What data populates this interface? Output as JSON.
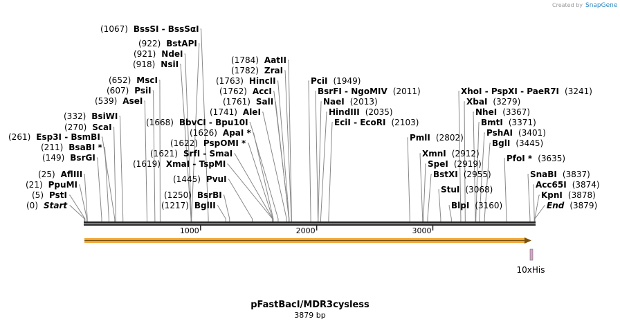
{
  "credit": {
    "prefix": "Created by",
    "brand": "SnapGene"
  },
  "plasmid": {
    "name": "pFastBacI/MDR3cysless",
    "length_label": "3879 bp",
    "length": 3879
  },
  "ticks": [
    "1000",
    "2000",
    "3000"
  ],
  "features": [
    {
      "label": "10xHis"
    }
  ],
  "sites": [
    {
      "pos": "(1067)",
      "name": "BssSI",
      "name2": "BssSαI",
      "bp": 1067
    },
    {
      "pos": "(922)",
      "name": "BstAPI",
      "bp": 922
    },
    {
      "pos": "(921)",
      "name": "NdeI",
      "bp": 921
    },
    {
      "pos": "(918)",
      "name": "NsiI",
      "bp": 918
    },
    {
      "pos": "(652)",
      "name": "MscI",
      "bp": 652
    },
    {
      "pos": "(607)",
      "name": "PsiI",
      "bp": 607
    },
    {
      "pos": "(539)",
      "name": "AseI",
      "bp": 539
    },
    {
      "pos": "(332)",
      "name": "BsiWI",
      "bp": 332
    },
    {
      "pos": "(270)",
      "name": "ScaI",
      "bp": 270
    },
    {
      "pos": "(261)",
      "name": "Esp3I",
      "name2": "BsmBI",
      "bp": 261
    },
    {
      "pos": "(211)",
      "name": "BsaBI *",
      "bp": 211
    },
    {
      "pos": "(149)",
      "name": "BsrGI",
      "bp": 149
    },
    {
      "pos": "(25)",
      "name": "AflIII",
      "bp": 25
    },
    {
      "pos": "(21)",
      "name": "PpuMI",
      "bp": 21
    },
    {
      "pos": "(5)",
      "name": "PstI",
      "bp": 5
    },
    {
      "pos": "(0)",
      "name": "Start",
      "bp": 0
    },
    {
      "pos": "(1668)",
      "name": "BbvCI",
      "name2": "Bpu10I",
      "bp": 1668
    },
    {
      "pos": "(1626)",
      "name": "ApaI *",
      "bp": 1626
    },
    {
      "pos": "(1622)",
      "name": "PspOMI *",
      "bp": 1622
    },
    {
      "pos": "(1621)",
      "name": "SrfI",
      "name2": "SmaI",
      "bp": 1621
    },
    {
      "pos": "(1619)",
      "name": "XmaI",
      "name2": "TspMI",
      "bp": 1619
    },
    {
      "pos": "(1445)",
      "name": "PvuI",
      "bp": 1445
    },
    {
      "pos": "(1250)",
      "name": "BsrBI",
      "bp": 1250
    },
    {
      "pos": "(1217)",
      "name": "BglII",
      "bp": 1217
    },
    {
      "pos": "(1784)",
      "name": "AatII",
      "bp": 1784
    },
    {
      "pos": "(1782)",
      "name": "ZraI",
      "bp": 1782
    },
    {
      "pos": "(1763)",
      "name": "HincII",
      "bp": 1763
    },
    {
      "pos": "(1762)",
      "name": "AccI",
      "bp": 1762
    },
    {
      "pos": "(1761)",
      "name": "SalI",
      "bp": 1761
    },
    {
      "pos": "(1741)",
      "name": "AleI",
      "bp": 1741
    },
    {
      "name": "PciI",
      "post": "(1949)",
      "bp": 1949
    },
    {
      "name": "BsrFI",
      "name2": "NgoMIV",
      "post": "(2011)",
      "bp": 2011
    },
    {
      "name": "NaeI",
      "post": "(2013)",
      "bp": 2013
    },
    {
      "name": "HindIII",
      "post": "(2035)",
      "bp": 2035
    },
    {
      "name": "EciI",
      "name2": "EcoRI",
      "post": "(2103)",
      "bp": 2103
    },
    {
      "name": "PmlI",
      "post": "(2802)",
      "bp": 2802
    },
    {
      "name": "XmnI",
      "post": "(2912)",
      "bp": 2912
    },
    {
      "name": "SpeI",
      "post": "(2919)",
      "bp": 2919
    },
    {
      "name": "BstXI",
      "post": "(2955)",
      "bp": 2955
    },
    {
      "name": "StuI",
      "post": "(3068)",
      "bp": 3068
    },
    {
      "name": "BlpI",
      "post": "(3160)",
      "bp": 3160
    },
    {
      "name": "XhoI",
      "name2": "PspXI",
      "name3": "PaeR7I",
      "post": "(3241)",
      "bp": 3241
    },
    {
      "name": "XbaI",
      "post": "(3279)",
      "bp": 3279
    },
    {
      "name": "NheI",
      "post": "(3367)",
      "bp": 3367
    },
    {
      "name": "BmtI",
      "post": "(3371)",
      "bp": 3371
    },
    {
      "name": "PshAI",
      "post": "(3401)",
      "bp": 3401
    },
    {
      "name": "BglI",
      "post": "(3445)",
      "bp": 3445
    },
    {
      "name": "PfoI *",
      "post": "(3635)",
      "bp": 3635
    },
    {
      "name": "SnaBI",
      "post": "(3837)",
      "bp": 3837
    },
    {
      "name": "Acc65I",
      "post": "(3874)",
      "bp": 3874
    },
    {
      "name": "KpnI",
      "post": "(3878)",
      "bp": 3878
    },
    {
      "name": "End",
      "post": "(3879)",
      "bp": 3879
    }
  ],
  "colors": {
    "orf_fill": "#f3ab3c",
    "orf_stroke": "#7a5210",
    "his_tag": "#d7a7c8",
    "brand": "#2e86c1"
  }
}
